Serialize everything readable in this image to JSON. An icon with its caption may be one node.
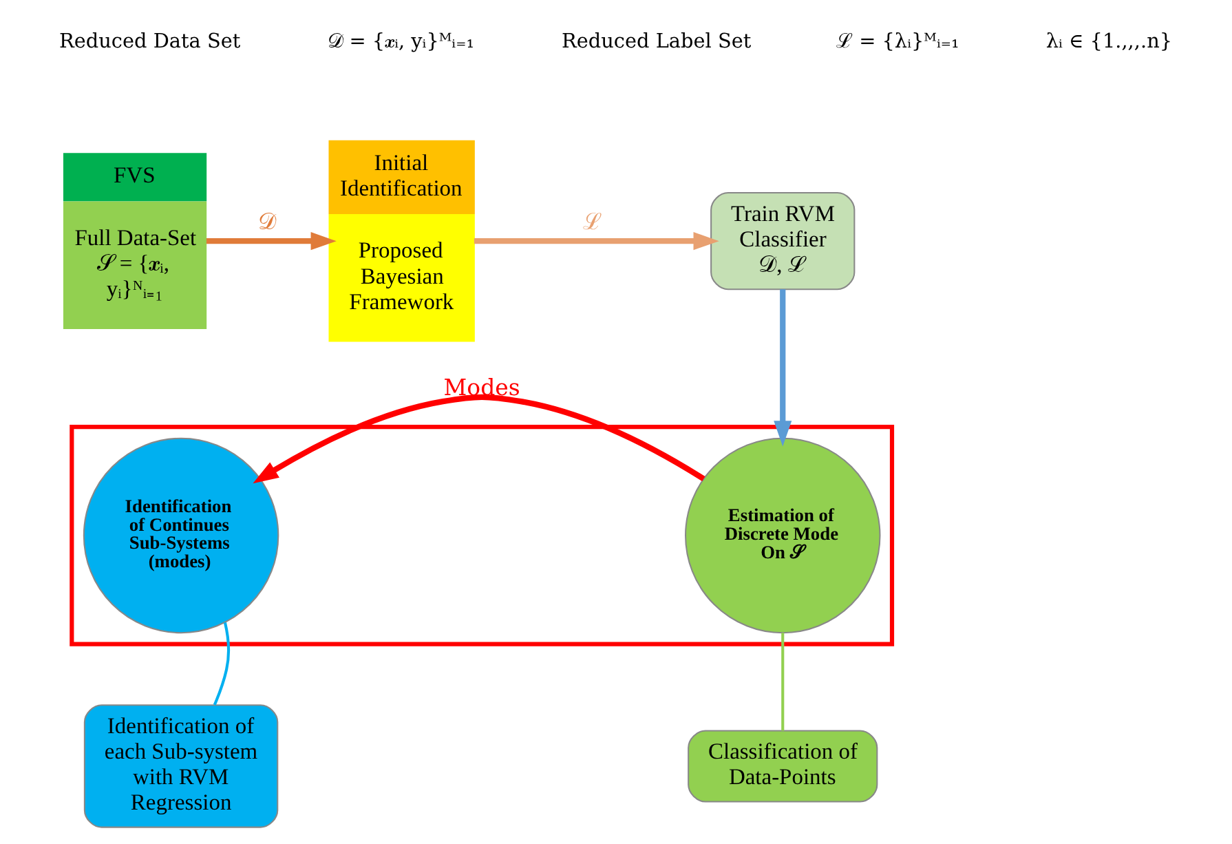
{
  "diagram": {
    "nodes": [
      {
        "text": [
          "FVS",
          "Full Data-Set 𝒮 = {𝒙ᵢ, yᵢ}ᴺᵢ₌₁"
        ]
      },
      {
        "text": [
          "Initial Identification",
          "Proposed Bayesian Framework"
        ]
      },
      {
        "text": [
          "Train RVM Classifier",
          "𝒟, ℒ"
        ]
      },
      {
        "text": [],
        "shape": "box"
      },
      {
        "text": [
          "Identification of Continues Sub-Systems",
          "(modes)"
        ],
        "in": 3
      },
      {
        "text": [
          "Estimation of Discrete Mode",
          "On 𝒮"
        ],
        "in": 3
      },
      {
        "text": [
          "Identification of each Sub-system with RVM Regression"
        ]
      },
      {
        "text": [
          "Classification of Data-Points"
        ]
      }
    ],
    "edges": [
      {
        "from": 0,
        "to": 1,
        "arrow": "to",
        "label": "𝒟",
        "color": "#e07b39"
      },
      {
        "from": 1,
        "to": 2,
        "arrow": "to",
        "label": "ℒ",
        "color": "#e8a070"
      },
      {
        "from": 2,
        "to": 5,
        "arrow": "to",
        "color": "#5b9bd5"
      },
      {
        "from": 5,
        "to": 4,
        "arrow": "to",
        "label": "Modes",
        "color": "#ff0000"
      },
      {
        "from": 6,
        "to": 4,
        "arrow": "none",
        "color": "#00b0f0"
      },
      {
        "from": 7,
        "to": 5,
        "arrow": "none",
        "color": "#92d050"
      }
    ],
    "labels": [
      "Reduced Data Set",
      "𝒟 = {𝒙ᵢ, yᵢ}ᴹᵢ₌₁",
      "Reduced Label Set",
      "ℒ = {λᵢ}ᴹᵢ₌₁",
      "λᵢ ∈ {1.,,,.n}"
    ]
  }
}
